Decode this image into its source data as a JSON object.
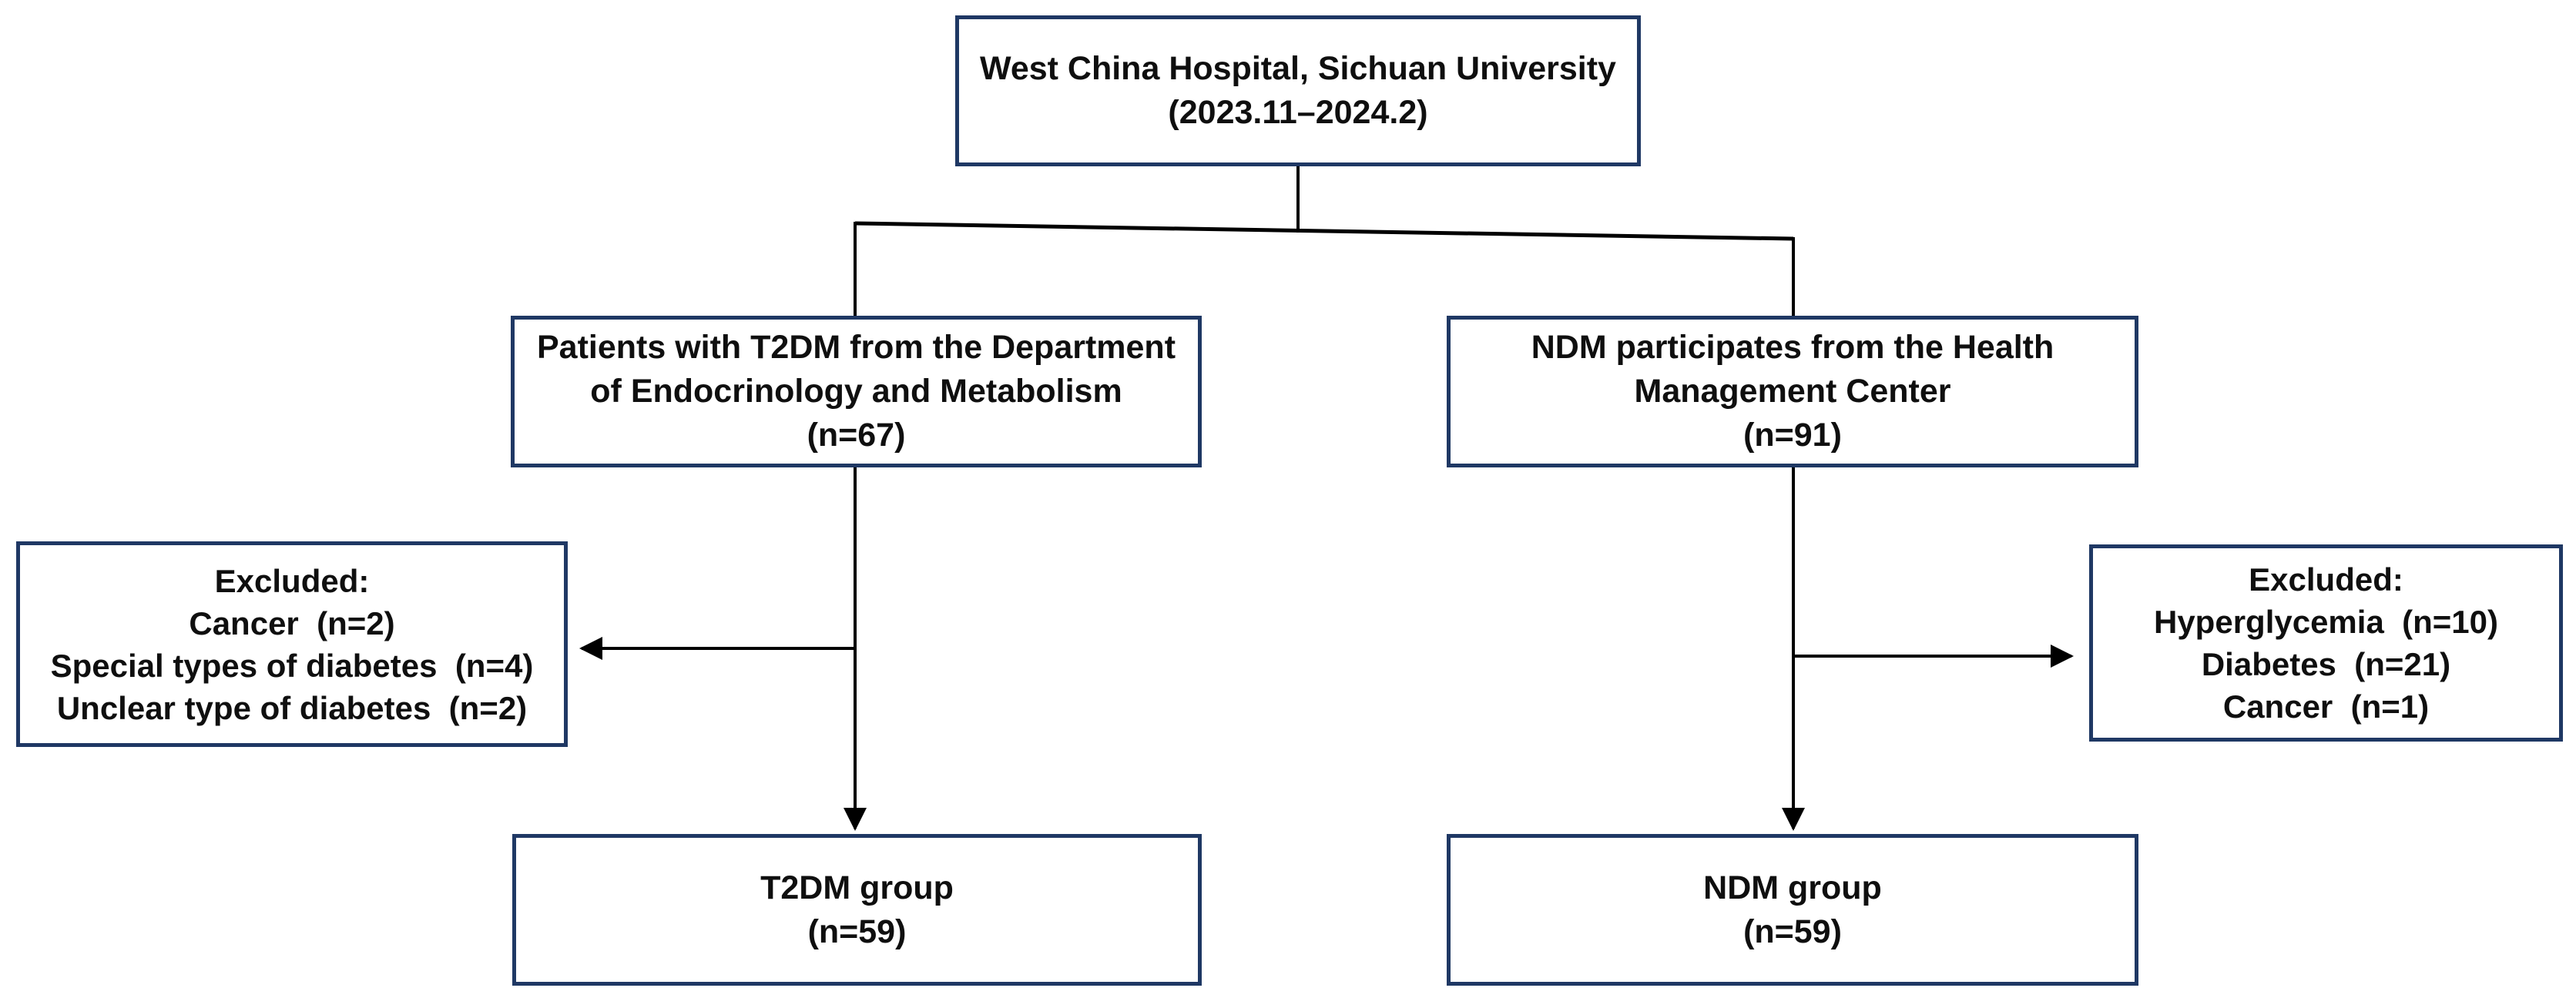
{
  "colors": {
    "box_border": "#1f3864",
    "connector_line": "#000000",
    "text": "#0f0f0f",
    "background": "#ffffff"
  },
  "boxes": {
    "source": {
      "lines": [
        "West China Hospital, Sichuan University",
        "(2023.11–2024.2)"
      ]
    },
    "t2dm_cohort": {
      "lines": [
        "Patients with T2DM from the Department",
        "of Endocrinology and Metabolism",
        "(n=67)"
      ]
    },
    "ndm_cohort": {
      "lines": [
        "NDM participates from the Health",
        "Management Center",
        "(n=91)"
      ]
    },
    "t2dm_excluded": {
      "lines": [
        "Excluded:",
        "Cancer  (n=2)",
        "Special types of diabetes  (n=4)",
        "Unclear type of diabetes  (n=2)"
      ]
    },
    "ndm_excluded": {
      "lines": [
        "Excluded:",
        "Hyperglycemia  (n=10)",
        "Diabetes  (n=21)",
        "Cancer  (n=1)"
      ]
    },
    "t2dm_group": {
      "lines": [
        "T2DM group",
        "(n=59)"
      ]
    },
    "ndm_group": {
      "lines": [
        "NDM group",
        "(n=59)"
      ]
    }
  }
}
